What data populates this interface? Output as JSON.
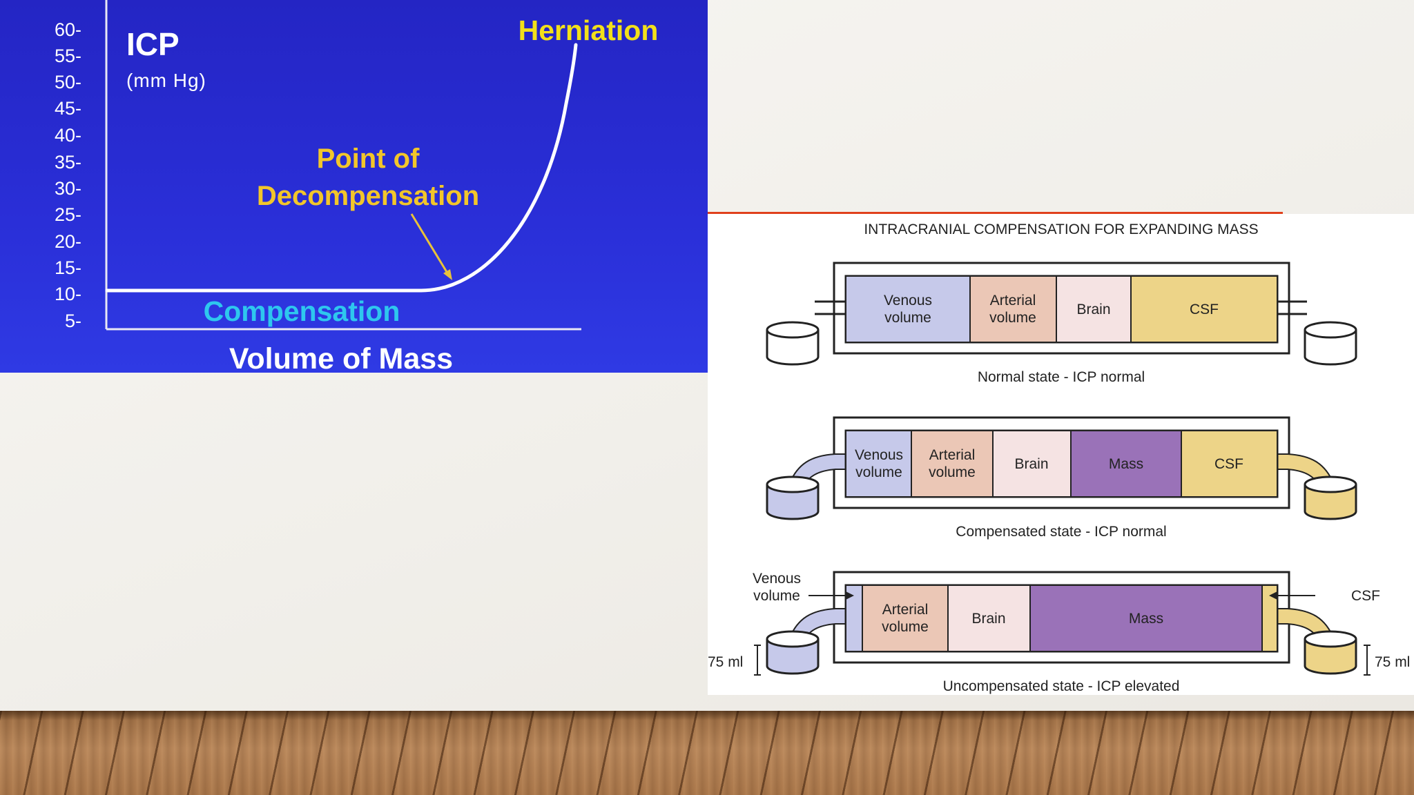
{
  "chart": {
    "y_ticks": [
      "60-",
      "55-",
      "50-",
      "45-",
      "40-",
      "35-",
      "30-",
      "25-",
      "20-",
      "15-",
      "10-",
      "5-"
    ],
    "y_title": "ICP",
    "y_unit": "(mm Hg)",
    "x_title": "Volume of Mass",
    "label_herniation": "Herniation",
    "label_point_line1": "Point of",
    "label_point_line2": "Decompensation",
    "label_compensation": "Compensation",
    "colors": {
      "background": "#2a2fd8",
      "curve": "#ffffff",
      "yellow_labels": "#f2e01a",
      "compensation": "#2ec7ee",
      "arrow": "#e8c23a"
    }
  },
  "diagram": {
    "title": "INTRACRANIAL COMPENSATION FOR EXPANDING MASS",
    "rows": [
      {
        "segments": [
          {
            "line1": "Venous",
            "line2": "volume"
          },
          {
            "line1": "Arterial",
            "line2": "volume"
          },
          {
            "line1": "Brain",
            "line2": ""
          },
          {
            "line1": "CSF",
            "line2": ""
          }
        ],
        "caption": "Normal state - ICP normal"
      },
      {
        "segments": [
          {
            "line1": "Venous",
            "line2": "volume"
          },
          {
            "line1": "Arterial",
            "line2": "volume"
          },
          {
            "line1": "Brain",
            "line2": ""
          },
          {
            "line1": "Mass",
            "line2": ""
          },
          {
            "line1": "CSF",
            "line2": ""
          }
        ],
        "caption": "Compensated state - ICP normal"
      },
      {
        "segments": [
          {
            "line1": "Arterial",
            "line2": "volume"
          },
          {
            "line1": "Brain",
            "line2": ""
          },
          {
            "line1": "Mass",
            "line2": ""
          }
        ],
        "caption": "Uncompensated state - ICP elevated",
        "left_label_line1": "Venous",
        "left_label_line2": "volume",
        "right_label": "CSF",
        "left_volume": "75 ml",
        "right_volume": "75 ml"
      }
    ],
    "colors": {
      "venous": "#c6c9ea",
      "arterial": "#ebc7b6",
      "brain": "#f5e3e3",
      "csf": "#edd488",
      "mass": "#9a72b8",
      "accent_line": "#e0401c"
    }
  }
}
